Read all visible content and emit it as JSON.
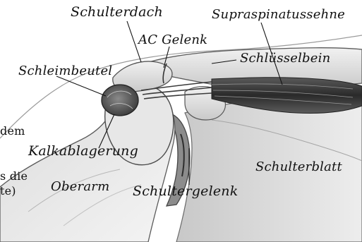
{
  "labels": {
    "shoulder_roof": "Schulterdach",
    "supraspinatus_tendon": "Supraspinatussehne",
    "ac_joint": "AC Gelenk",
    "collarbone": "Schlüsselbein",
    "bursa": "Schleimbeutel",
    "calcification": "Kalkablagerung",
    "shoulder_blade": "Schulterblatt",
    "upper_arm": "Oberarm",
    "shoulder_joint": "Schultergelenk"
  },
  "cropped_text": {
    "line_1": "dem",
    "line_2": "s die",
    "line_3": "te)"
  }
}
